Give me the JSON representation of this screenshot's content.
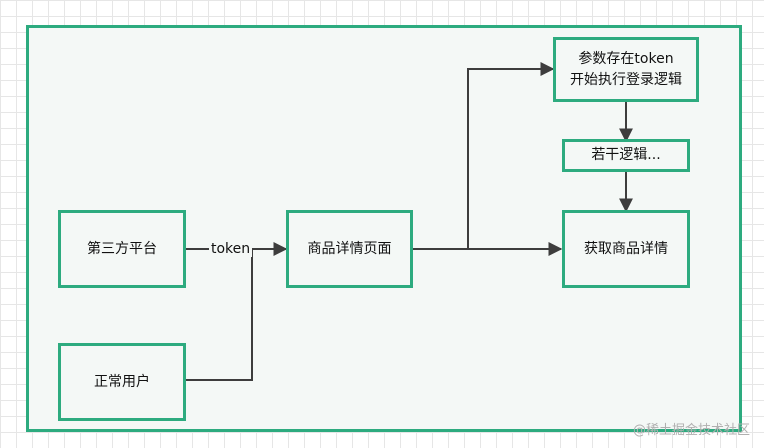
{
  "diagram": {
    "nodes": {
      "third_party": "第三方平台",
      "normal_user": "正常用户",
      "detail_page": "商品详情页面",
      "store_token": "参数存在token",
      "login_logic": "开始执行登录逻辑",
      "logic": "若干逻辑...",
      "get_detail": "获取商品详情"
    },
    "edge_labels": {
      "token": "token"
    }
  },
  "watermark": "@稀土掘金技术社区",
  "colors": {
    "border": "#2dab7f",
    "fill": "#f4f8f6",
    "arrow": "#3d3d3d"
  }
}
